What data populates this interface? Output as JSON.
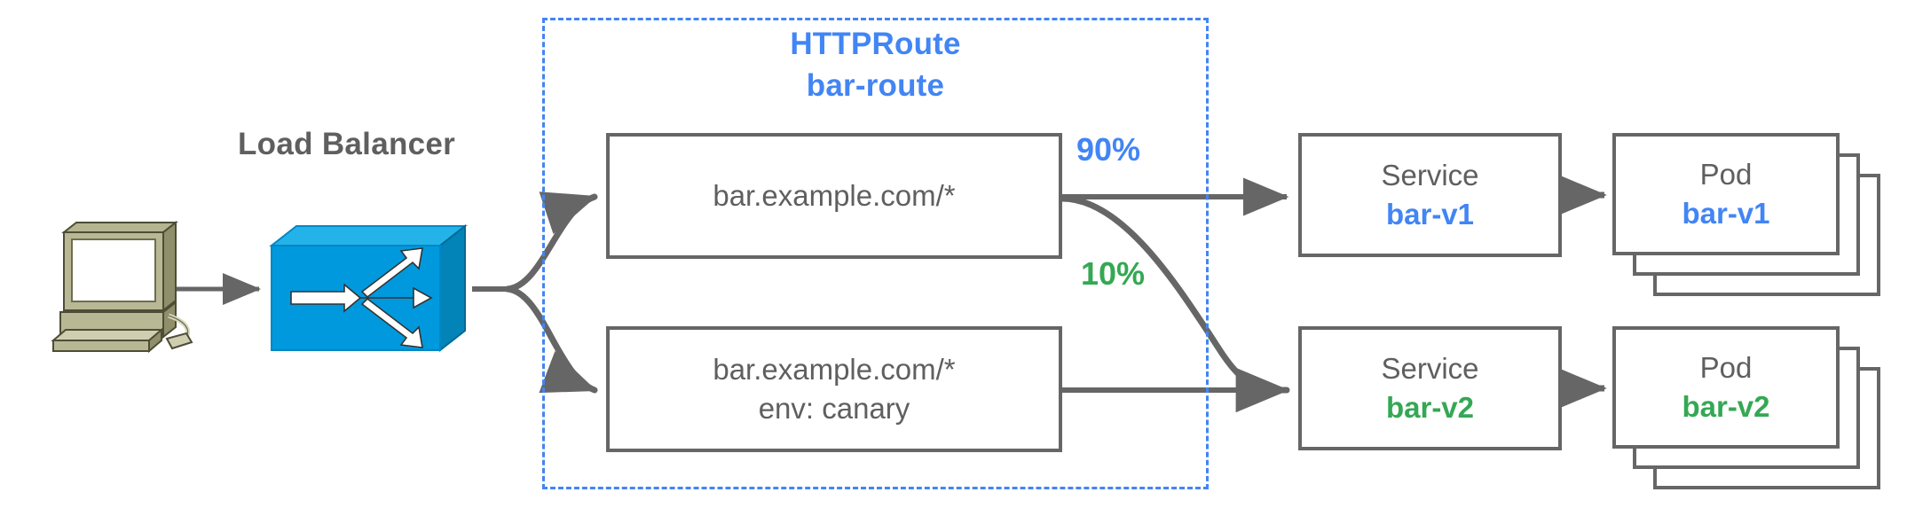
{
  "diagram": {
    "title": "HTTPRoute traffic splitting canary diagram",
    "colors": {
      "accent_blue": "#4285F4",
      "accent_green": "#34A853",
      "stroke_gray": "#666666",
      "text_gray": "#5f5f5f",
      "lb_blue": "#0099DD",
      "computer_khaki": "#A8A880"
    }
  },
  "client": {
    "icon": "computer-workstation-icon"
  },
  "load_balancer": {
    "label": "Load Balancer",
    "icon": "load-balancer-switch-icon"
  },
  "httproute": {
    "kind_label": "HTTPRoute",
    "name_label": "bar-route",
    "rules": [
      {
        "id": "rule-1",
        "lines": [
          "bar.example.com/*"
        ]
      },
      {
        "id": "rule-2",
        "lines": [
          "bar.example.com/*",
          "env: canary"
        ]
      }
    ]
  },
  "weights": [
    {
      "id": "weight-90",
      "label": "90%",
      "value": 90,
      "color": "#4285F4"
    },
    {
      "id": "weight-10",
      "label": "10%",
      "value": 10,
      "color": "#34A853"
    }
  ],
  "services": [
    {
      "id": "service-bar-v1",
      "kind": "Service",
      "name": "bar-v1",
      "color": "#4285F4"
    },
    {
      "id": "service-bar-v2",
      "kind": "Service",
      "name": "bar-v2",
      "color": "#34A853"
    }
  ],
  "pods": [
    {
      "id": "pod-bar-v1",
      "kind": "Pod",
      "name": "bar-v1",
      "color": "#4285F4",
      "replicas": 3
    },
    {
      "id": "pod-bar-v2",
      "kind": "Pod",
      "name": "bar-v2",
      "color": "#34A853",
      "replicas": 3
    }
  ],
  "connections": [
    {
      "from": "client",
      "to": "load-balancer",
      "style": "straight-arrow"
    },
    {
      "from": "load-balancer",
      "to": "rule-1",
      "style": "curved-arrow"
    },
    {
      "from": "load-balancer",
      "to": "rule-2",
      "style": "curved-arrow"
    },
    {
      "from": "rule-1",
      "to": "service-bar-v1",
      "style": "straight-arrow",
      "weight": "90%"
    },
    {
      "from": "rule-1",
      "to": "service-bar-v2",
      "style": "curved-arrow",
      "weight": "10%"
    },
    {
      "from": "rule-2",
      "to": "service-bar-v2",
      "style": "straight-arrow"
    },
    {
      "from": "service-bar-v1",
      "to": "pod-bar-v1",
      "style": "straight-arrow"
    },
    {
      "from": "service-bar-v2",
      "to": "pod-bar-v2",
      "style": "straight-arrow"
    }
  ]
}
